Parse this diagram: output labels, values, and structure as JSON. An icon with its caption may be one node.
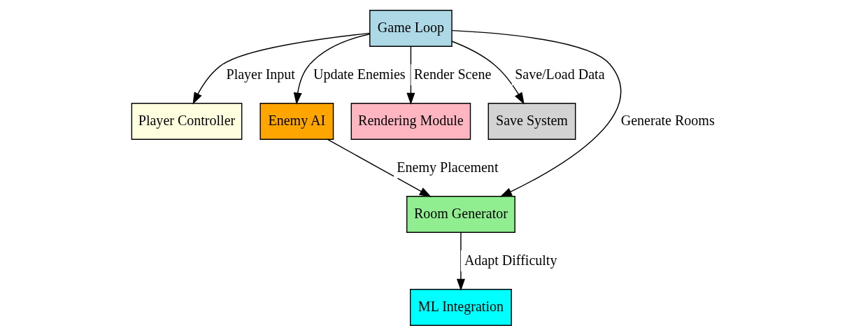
{
  "diagram": {
    "nodes": [
      {
        "text": [
          "Game Loop"
        ]
      },
      {
        "text": [
          "Player Controller"
        ]
      },
      {
        "text": [
          "Enemy AI"
        ]
      },
      {
        "text": [
          "Rendering Module"
        ]
      },
      {
        "text": [
          "Save System"
        ]
      },
      {
        "text": [
          "Room Generator"
        ]
      },
      {
        "text": [
          "ML Integration"
        ]
      }
    ],
    "edges": [
      {
        "from": 0,
        "to": 5,
        "arrow": "to",
        "label": "Generate Rooms"
      },
      {
        "from": 0,
        "to": 1,
        "arrow": "to",
        "label": "Player Input"
      },
      {
        "from": 0,
        "to": 2,
        "arrow": "to",
        "label": "Update Enemies"
      },
      {
        "from": 0,
        "to": 3,
        "arrow": "to",
        "label": "Render Scene"
      },
      {
        "from": 0,
        "to": 4,
        "arrow": "to",
        "label": "Save/Load Data"
      },
      {
        "from": 2,
        "to": 5,
        "arrow": "to",
        "label": "Enemy Placement"
      },
      {
        "from": 5,
        "to": 6,
        "arrow": "to",
        "label": "Adapt Difficulty"
      }
    ]
  }
}
